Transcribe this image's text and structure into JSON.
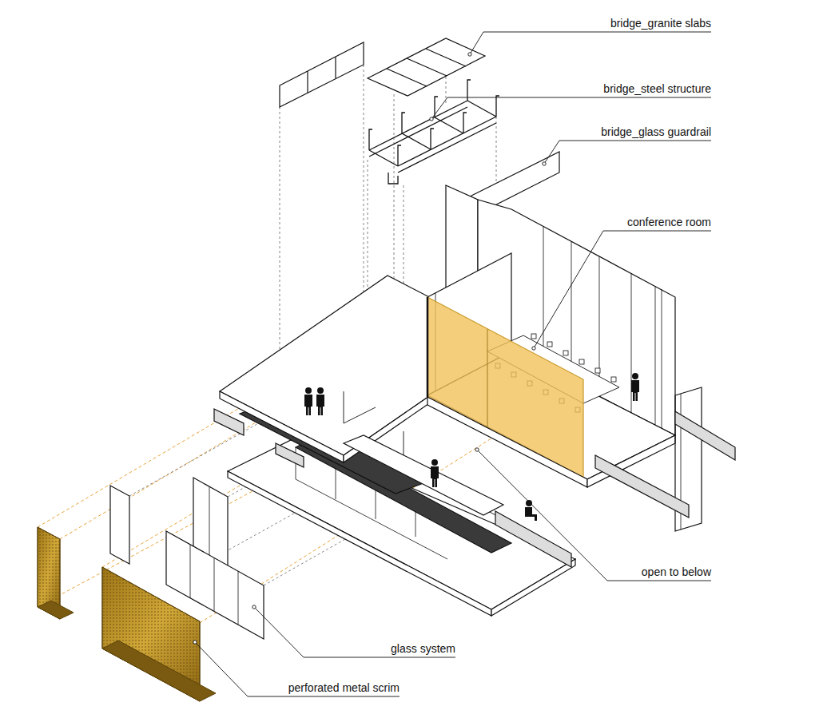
{
  "diagram": {
    "labels": [
      "bridge_granite slabs",
      "bridge_steel structure",
      "bridge_glass guardrail",
      "conference room",
      "open to below",
      "glass system",
      "perforated metal scrim"
    ]
  }
}
